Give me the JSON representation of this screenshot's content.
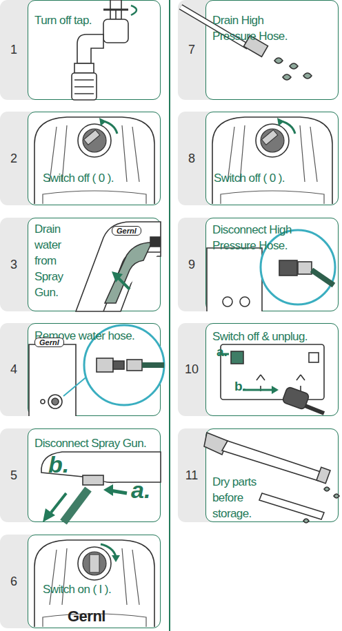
{
  "diagram": {
    "nodes": [
      {
        "text": [
          "1",
          "Turn off tap."
        ]
      },
      {
        "text": [
          "2",
          "Switch off ( 0 )."
        ]
      },
      {
        "text": [
          "3",
          "Drain water from Spray Gun."
        ]
      },
      {
        "text": [
          "4",
          "Remove water hose."
        ]
      },
      {
        "text": [
          "5",
          "Disconnect Spray Gun."
        ]
      },
      {
        "text": [
          "6",
          "Switch on ( I )."
        ]
      },
      {
        "text": [
          "7",
          "Drain High Pressure Hose."
        ]
      },
      {
        "text": [
          "8",
          "Switch off ( 0 )."
        ]
      },
      {
        "text": [
          "9",
          "Disconnect High Pressure Hose."
        ]
      },
      {
        "text": [
          "10",
          "Switch off & unplug."
        ]
      },
      {
        "text": [
          "11",
          "Dry parts before storage."
        ]
      }
    ],
    "labels": [
      "Gernl",
      "Gernl",
      "a.",
      "b.",
      "Gernl",
      "a.",
      "b."
    ]
  }
}
